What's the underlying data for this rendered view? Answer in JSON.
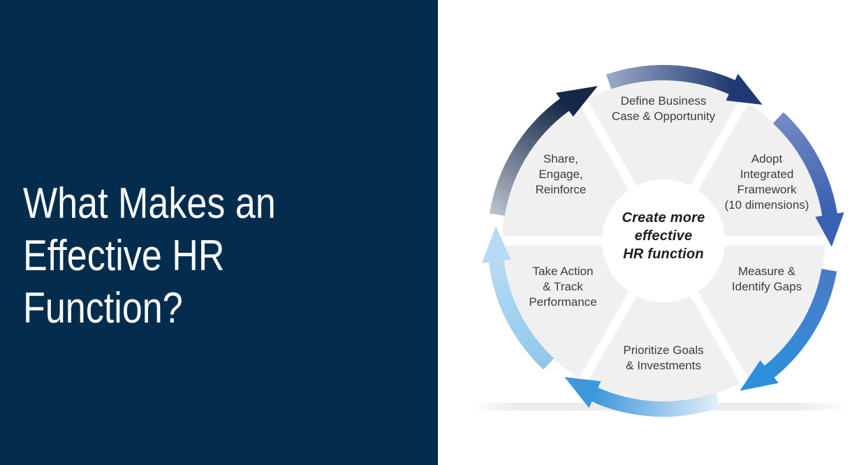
{
  "slide": {
    "title": "What Makes an\nEffective HR Function?"
  },
  "diagram": {
    "center_label": "Create more\neffective\nHR function",
    "segments": [
      {
        "id": "define-business-case",
        "label": "Define Business\nCase & Opportunity"
      },
      {
        "id": "adopt-integrated-framework",
        "label": "Adopt\nIntegrated\nFramework\n(10 dimensions)"
      },
      {
        "id": "measure-identify-gaps",
        "label": "Measure &\nIdentify Gaps"
      },
      {
        "id": "prioritize-goals-investments",
        "label": "Prioritize Goals\n& Investments"
      },
      {
        "id": "take-action-track-performance",
        "label": "Take Action\n& Track\nPerformance"
      },
      {
        "id": "share-engage-reinforce",
        "label": "Share,\nEngage,\nReinforce"
      }
    ],
    "arrows": [
      {
        "id": "cycle-arrow-left-top",
        "tail_color": "#b8c0cb",
        "head_color": "#152847"
      },
      {
        "id": "cycle-arrow-top",
        "tail_color": "#9aa8c8",
        "head_color": "#1f3a72"
      },
      {
        "id": "cycle-arrow-right",
        "tail_color": "#7389c3",
        "head_color": "#3a60b2"
      },
      {
        "id": "cycle-arrow-bottom-right",
        "tail_color": "#4b7ac7",
        "head_color": "#2e8fda"
      },
      {
        "id": "cycle-arrow-bottom",
        "tail_color": "#e2eff9",
        "head_color": "#3f97dc"
      },
      {
        "id": "cycle-arrow-left",
        "tail_color": "#8fc7ea",
        "head_color": "#b7dbf4"
      }
    ]
  },
  "colors": {
    "panel_navy": "#042c4d",
    "title_text": "#fafcfd",
    "segment_fill": "#f0f0f1",
    "segment_gap": "#ffffff",
    "segment_text": "#3c3c3c",
    "center_circle": "#ffffff",
    "center_text": "#1d1d1d",
    "background": "#ffffff"
  }
}
